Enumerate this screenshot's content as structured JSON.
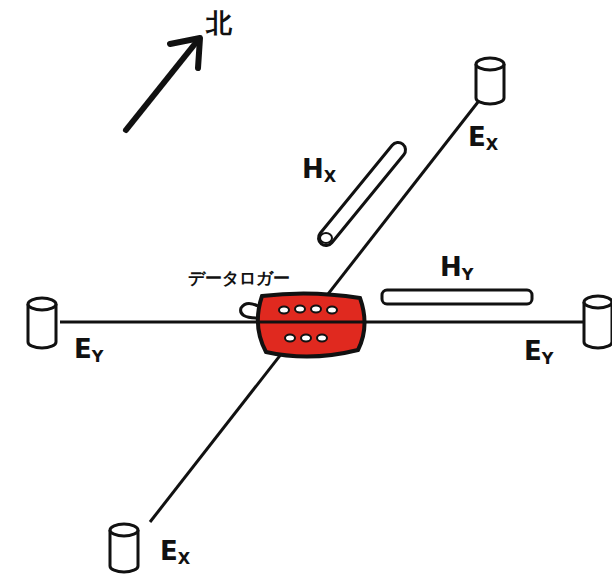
{
  "diagram": {
    "labels": [
      "北",
      "EX",
      "HX",
      "データロガー",
      "HY",
      "EY",
      "EY",
      "EX"
    ]
  }
}
